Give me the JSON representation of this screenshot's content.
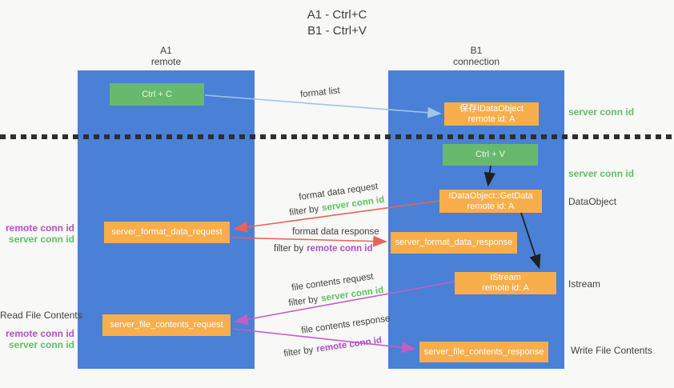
{
  "title": {
    "line1": "A1 - Ctrl+C",
    "line2": "B1 - Ctrl+V"
  },
  "columns": {
    "a": {
      "name": "A1",
      "role": "remote"
    },
    "b": {
      "name": "B1",
      "role": "connection"
    }
  },
  "boxes": {
    "ctrl_c": "Ctrl + C",
    "ctrl_v": "Ctrl + V",
    "save_dataobject": {
      "line1": "保存IDataObject",
      "line2": "remote id: A"
    },
    "getdata": {
      "line1": "IDataObject::GetData",
      "line2": "remote id: A"
    },
    "istream": {
      "line1": "IStream",
      "line2": "remote id: A"
    },
    "format_request": "server_format_data_request",
    "format_response": "server_format_data_response",
    "file_request": "server_file_contents_request",
    "file_response": "server_file_contents_response"
  },
  "arrow_labels": {
    "format_list": "format list",
    "format_data_request": "format data request",
    "format_data_response": "format data response",
    "file_contents_request": "file contents request",
    "file_contents_response": "file contents response",
    "filter_prefix": "filter by",
    "server_conn_id": "server conn id",
    "remote_conn_id": "remote conn id"
  },
  "side_labels": {
    "server_conn_id_top": "server conn id",
    "server_conn_id_mid": "server conn id",
    "dataobject": "DataObject",
    "istream": "Istream",
    "write_file_contents": "Write File Contents",
    "read_file_contents": "Read File Contents",
    "remote_conn_id": "remote conn id",
    "server_conn_id": "server conn id"
  },
  "colors": {
    "background": "#f8f8f7",
    "lifeline_blue": "#4a80d5",
    "box_green": "#68b96d",
    "box_orange": "#f8ae4a",
    "text_green": "#5fbf63",
    "text_purple": "#b14fc8",
    "arrow_red": "#e8635a",
    "arrow_magenta": "#c45ec4",
    "arrow_lightblue": "#9fc5e8",
    "arrow_black": "#1f1f1f"
  }
}
